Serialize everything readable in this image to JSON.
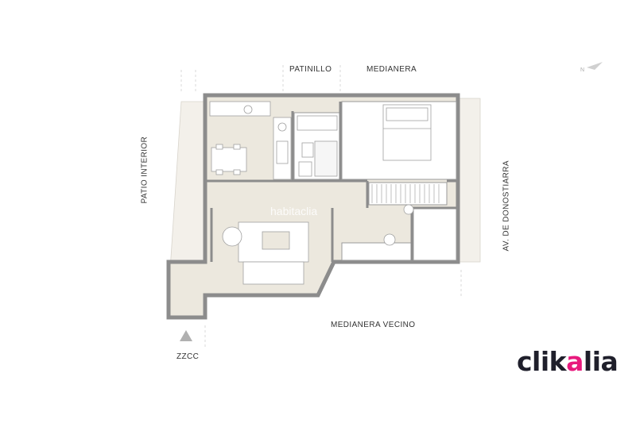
{
  "labels": {
    "patinillo": "PATINILLO",
    "medianera": "MEDIANERA",
    "patio_interior": "PATIO INTERIOR",
    "av_donostiarra": "AV. DE DONOSTIARRA",
    "medianera_vecino": "MEDIANERA VECINO",
    "zzcc": "ZZCC"
  },
  "watermark": "habitaclia",
  "brand": {
    "part1": "clik",
    "part2": "a",
    "part3": "lia",
    "accent_color": "#e8197d",
    "text_color": "#1f1f2b"
  },
  "colors": {
    "floor": "#ece8de",
    "wall": "#8c8c8c",
    "exterior": "#f3f0ea"
  },
  "icons": [
    "north-arrow-icon",
    "entrance-triangle-icon"
  ]
}
